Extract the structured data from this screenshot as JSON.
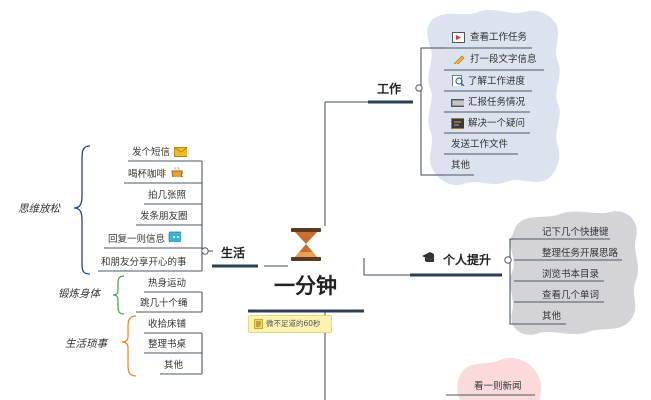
{
  "center": {
    "title": "一分钟",
    "note": "微不足道的60秒",
    "icon": "hourglass-icon"
  },
  "branches": {
    "work": {
      "label": "工作",
      "items": [
        "查看工作任务",
        "打一段文字信息",
        "了解工作进度",
        "汇报任务情况",
        "解决一个疑问",
        "发送工作文件",
        "其他"
      ],
      "icons": [
        "play-icon",
        "pencil-icon",
        "magnifier-icon",
        "keyboard-icon",
        "blackboard-icon"
      ]
    },
    "growth": {
      "label": "个人提升",
      "icon": "graduation-cap-icon",
      "items": [
        "记下几个快捷键",
        "整理任务开展思路",
        "浏览书本目录",
        "查看几个单词",
        "其他"
      ]
    },
    "life": {
      "label": "生活",
      "groups": [
        {
          "name": "思维放松",
          "items": [
            "发个短信",
            "喝杯咖啡",
            "拍几张照",
            "发条朋友圈",
            "回复一则信息",
            "和朋友分享开心的事"
          ]
        },
        {
          "name": "锻炼身体",
          "items": [
            "热身运动",
            "跳几十个绳"
          ]
        },
        {
          "name": "生活琐事",
          "items": [
            "收拾床铺",
            "整理书桌",
            "其他"
          ]
        }
      ],
      "icons": [
        "envelope-icon",
        "coffee-cup-icon",
        "chat-bubble-icon"
      ]
    },
    "news": {
      "items": [
        "看一则新闻"
      ]
    }
  },
  "colors": {
    "line": "#3a4a5a",
    "work_cloud": "#dde2ef",
    "growth_cloud": "#d4d4d8",
    "news_cloud": "#fadada",
    "brace_blue": "#2b3f8a",
    "brace_green": "#4aa84a",
    "brace_orange": "#e88b2e",
    "note_bg": "#fdf3b0"
  }
}
